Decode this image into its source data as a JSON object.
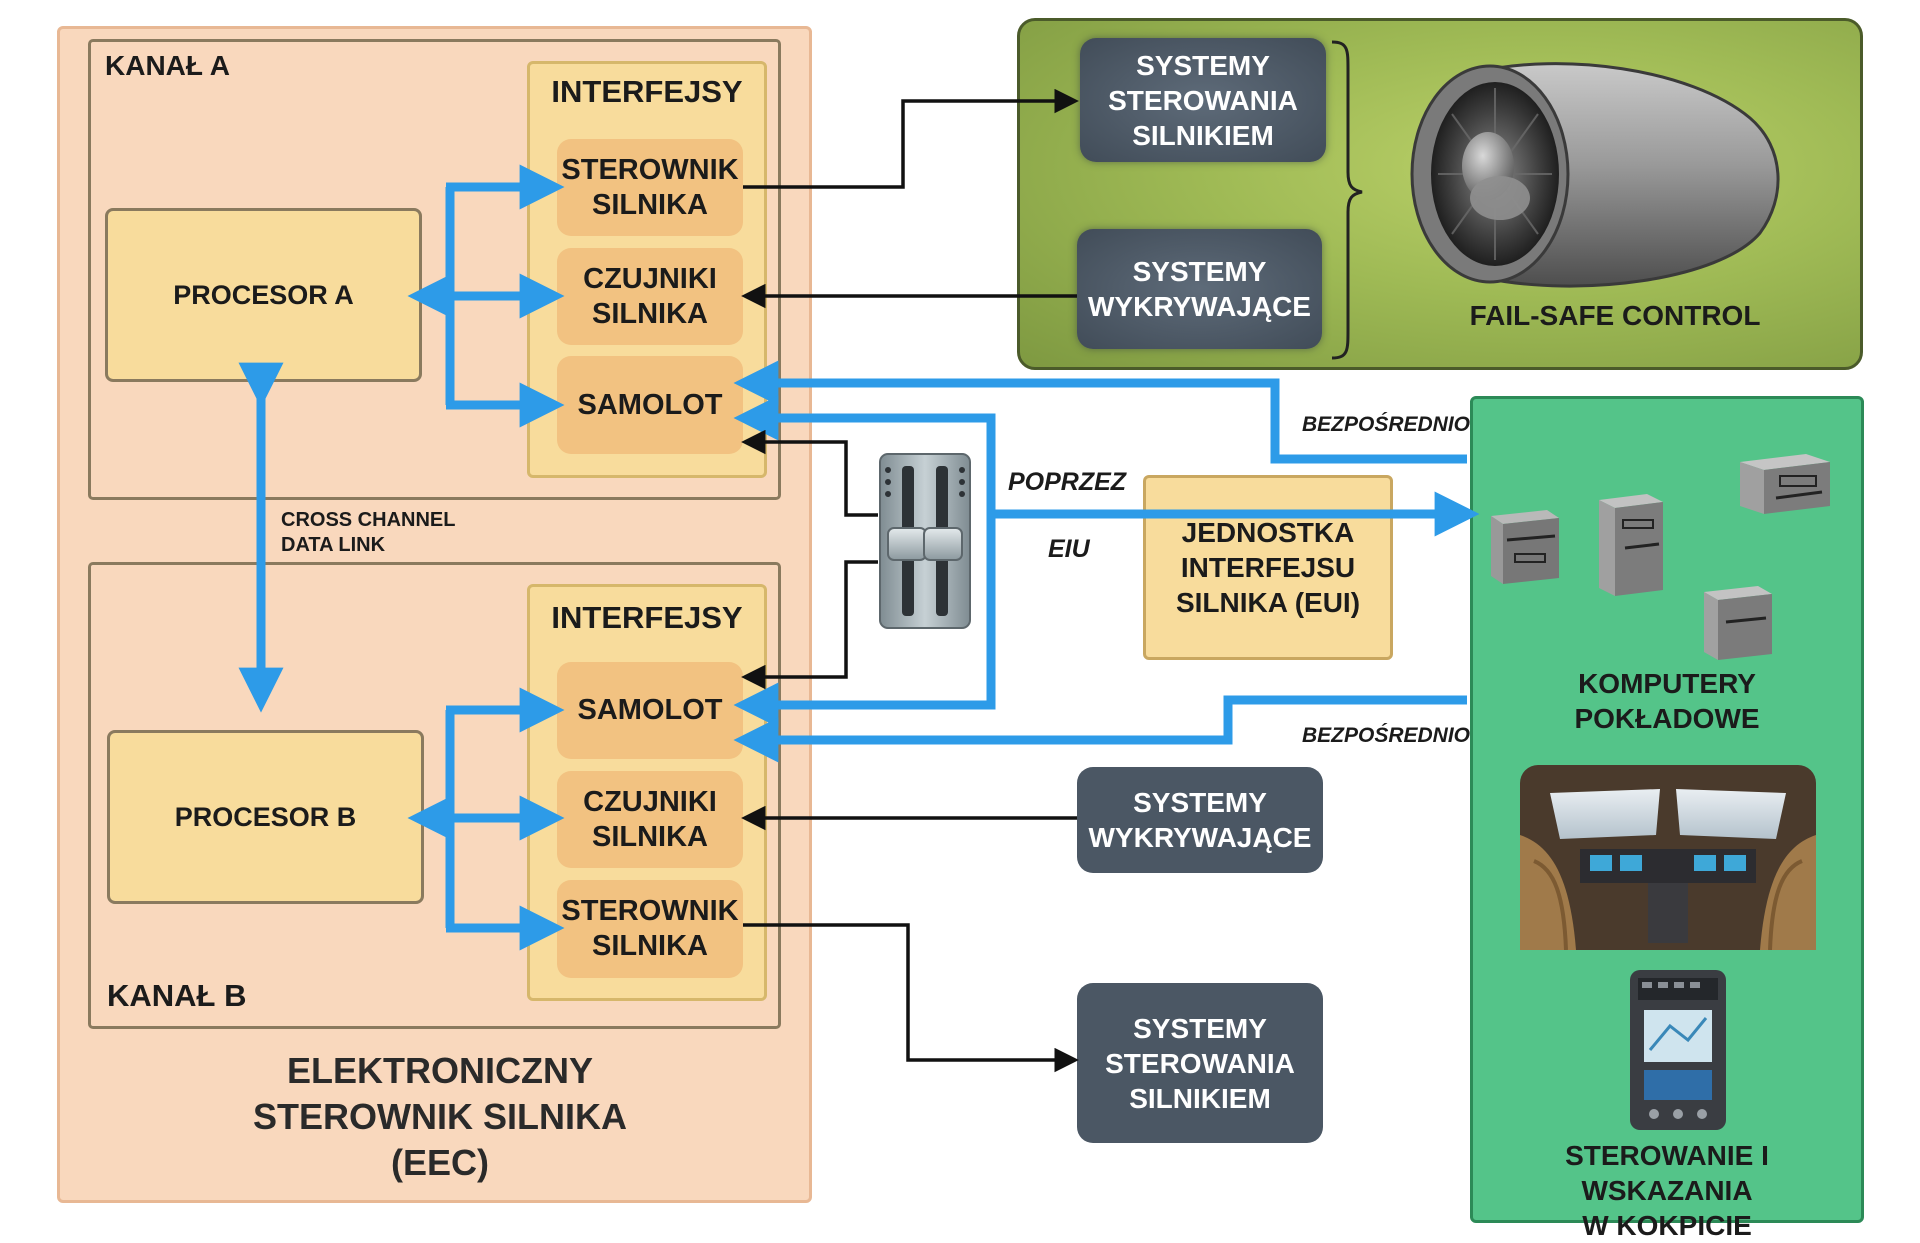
{
  "eec": {
    "title_line1": "ELEKTRONICZNY",
    "title_line2": "STEROWNIK SILNIKA",
    "title_line3": "(EEC)",
    "channel_a": {
      "label": "KANAŁ A",
      "interfaces_title": "INTERFEJSY",
      "processor": "PROCESOR A",
      "items": [
        {
          "line1": "STEROWNIK",
          "line2": "SILNIKA"
        },
        {
          "line1": "CZUJNIKI",
          "line2": "SILNIKA"
        },
        {
          "line1": "SAMOLOT",
          "line2": ""
        }
      ]
    },
    "channel_b": {
      "label": "KANAŁ B",
      "interfaces_title": "INTERFEJSY",
      "processor": "PROCESOR B",
      "items": [
        {
          "line1": "SAMOLOT",
          "line2": ""
        },
        {
          "line1": "CZUJNIKI",
          "line2": "SILNIKA"
        },
        {
          "line1": "STEROWNIK",
          "line2": "SILNIKA"
        }
      ]
    },
    "cross_link_line1": "CROSS CHANNEL",
    "cross_link_line2": "DATA LINK"
  },
  "fail_safe": {
    "control_system": {
      "line1": "SYSTEMY",
      "line2": "STEROWANIA",
      "line3": "SILNIKIEM"
    },
    "detection_system": {
      "line1": "SYSTEMY",
      "line2": "WYKRYWAJĄCE"
    },
    "label": "FAIL-SAFE CONTROL"
  },
  "detection_b": {
    "line1": "SYSTEMY",
    "line2": "WYKRYWAJĄCE"
  },
  "control_b": {
    "line1": "SYSTEMY",
    "line2": "STEROWANIA",
    "line3": "SILNIKIEM"
  },
  "eiu": {
    "line1": "JEDNOSTKA",
    "line2": "INTERFEJSU",
    "line3": "SILNIKA (EUI)"
  },
  "labels": {
    "direct_top": "BEZPOŚREDNIO",
    "direct_bottom": "BEZPOŚREDNIO",
    "via_line1": "POPRZEZ",
    "via_line2": "EIU"
  },
  "onboard": {
    "computers_line1": "KOMPUTERY",
    "computers_line2": "POKŁADOWE",
    "cockpit_line1": "STEROWANIE I WSKAZANIA",
    "cockpit_line2": "W KOKPICIE"
  },
  "colors": {
    "eec_bg": "#f9d8bd",
    "interface_bg": "#f8dc9c",
    "interface_item_bg": "#f2c281",
    "blue_link": "#2d9be8",
    "dark_box": "#4b5764",
    "fail_safe_bg": "#9fba55",
    "onboard_bg": "#54c489"
  },
  "icons": [
    "throttle-lever-icon",
    "jet-engine-icon",
    "computer-unit-icon",
    "cockpit-photo-icon",
    "cockpit-panel-icon"
  ]
}
